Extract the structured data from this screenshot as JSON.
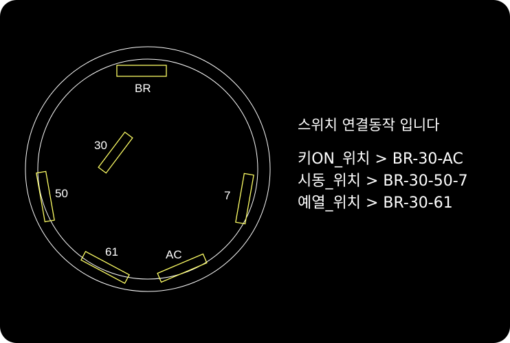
{
  "colors": {
    "background": "#000000",
    "rings": "#ffffff",
    "terminals": "#ffff66",
    "text": "#ffffff"
  },
  "diagram": {
    "terminals": [
      {
        "id": "br",
        "label": "BR"
      },
      {
        "id": "t30",
        "label": "30"
      },
      {
        "id": "t50",
        "label": "50"
      },
      {
        "id": "t7",
        "label": "7"
      },
      {
        "id": "t61",
        "label": "61"
      },
      {
        "id": "ac",
        "label": "AC"
      }
    ]
  },
  "notes": {
    "title": "스위치 연결동작 입니다",
    "lines": [
      "키ON_위치 > BR-30-AC",
      "시동_위치 > BR-30-50-7",
      "예열_위치 > BR-30-61"
    ]
  }
}
